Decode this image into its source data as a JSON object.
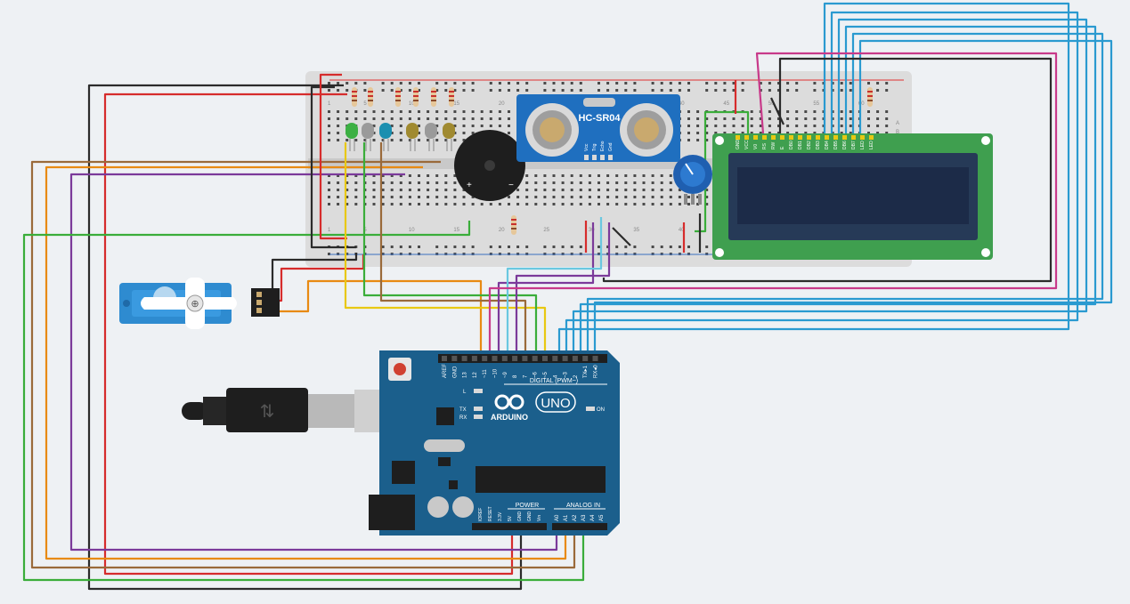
{
  "breadboard": {
    "column_numbers": [
      "1",
      "5",
      "10",
      "15",
      "20",
      "25",
      "30",
      "35",
      "40",
      "45",
      "50",
      "55",
      "60"
    ],
    "row_letters": [
      "A",
      "B"
    ],
    "colors": {
      "board": "#dcdcdc",
      "hole": "#4a4a4a",
      "rail_red": "#e03030",
      "rail_blue": "#3a6fc0"
    }
  },
  "ultrasonic": {
    "label": "HC-SR04",
    "pins": [
      "Vcc",
      "Trig",
      "Echo",
      "Gnd"
    ],
    "colors": {
      "board": "#1f6fbf",
      "transducer": "#d9d9d9"
    }
  },
  "lcd": {
    "pins": [
      "GND",
      "VCC",
      "V0",
      "RS",
      "RW",
      "E",
      "DB0",
      "DB1",
      "DB2",
      "DB3",
      "DB4",
      "DB5",
      "DB6",
      "DB7",
      "LED",
      "LED"
    ],
    "colors": {
      "pcb": "#3f9f4f",
      "screen": "#1c2b48",
      "bezel": "#263a57"
    }
  },
  "buzzer": {
    "plus": "+",
    "minus": "−"
  },
  "servo": {
    "colors": {
      "body": "#2e8bd0",
      "horn": "#ffffff"
    }
  },
  "arduino": {
    "brand": "ARDUINO",
    "model": "UNO",
    "digital_label": "DIGITAL (PWM~)",
    "digital_pins": [
      "AREF",
      "GND",
      "13",
      "12",
      "~11",
      "~10",
      "~9",
      "8",
      "7",
      "~6",
      "~5",
      "4",
      "~3",
      "2",
      "TX▸1",
      "RX◂0"
    ],
    "power_label": "POWER",
    "power_pins": [
      "IOREF",
      "RESET",
      "3.3V",
      "5V",
      "GND",
      "GND",
      "Vin"
    ],
    "analog_label": "ANALOG IN",
    "analog_pins": [
      "A0",
      "A1",
      "A2",
      "A3",
      "A4",
      "A5"
    ],
    "leds": [
      "L",
      "TX",
      "RX"
    ],
    "on_label": "ON",
    "colors": {
      "board": "#1b5f8c"
    }
  },
  "leds": {
    "colors": [
      "#3cb043",
      "#9a9a9a",
      "#1b8fb0",
      "#a08a30",
      "#9a9a9a",
      "#a08a30"
    ]
  },
  "wire_colors": {
    "red": "#d62c2c",
    "black": "#2b2b2b",
    "green": "#3aad3a",
    "orange": "#e88a12",
    "brown": "#9a6a3a",
    "purple": "#7b3a9a",
    "yellow": "#e8c812",
    "cyan": "#3aaad0",
    "magenta": "#c83a8a",
    "blue": "#2a9ad0",
    "lightblue": "#6ac8e0"
  }
}
